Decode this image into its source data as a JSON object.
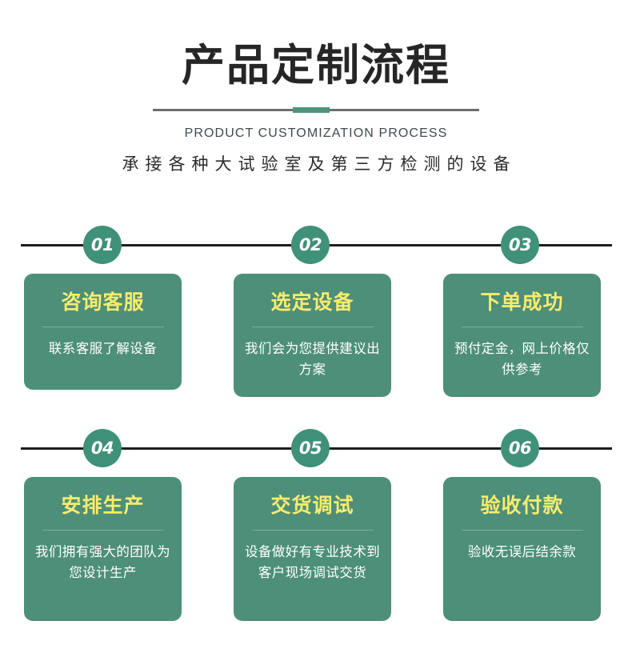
{
  "header": {
    "title": "产品定制流程",
    "subtitle_en": "PRODUCT CUSTOMIZATION PROCESS",
    "subtitle_cn": "承接各种大试验室及第三方检测的设备"
  },
  "colors": {
    "card_green": "#4d8f78",
    "badge_green": "#3f9179",
    "title_yellow": "#f8ec6e",
    "divider_gray": "#6e6e6e",
    "divider_green": "#4d9479",
    "track_black": "#1d1d1d",
    "text_dark": "#262626",
    "text_white": "#ffffff"
  },
  "steps": [
    {
      "number": "01",
      "title": "咨询客服",
      "desc": "联系客服了解设备"
    },
    {
      "number": "02",
      "title": "选定设备",
      "desc": "我们会为您提供建议出方案"
    },
    {
      "number": "03",
      "title": "下单成功",
      "desc": "预付定金，网上价格仅供参考"
    },
    {
      "number": "04",
      "title": "安排生产",
      "desc": "我们拥有强大的团队为您设计生产"
    },
    {
      "number": "05",
      "title": "交货调试",
      "desc": "设备做好有专业技术到客户现场调试交货"
    },
    {
      "number": "06",
      "title": "验收付款",
      "desc": "验收无误后结余款"
    }
  ]
}
